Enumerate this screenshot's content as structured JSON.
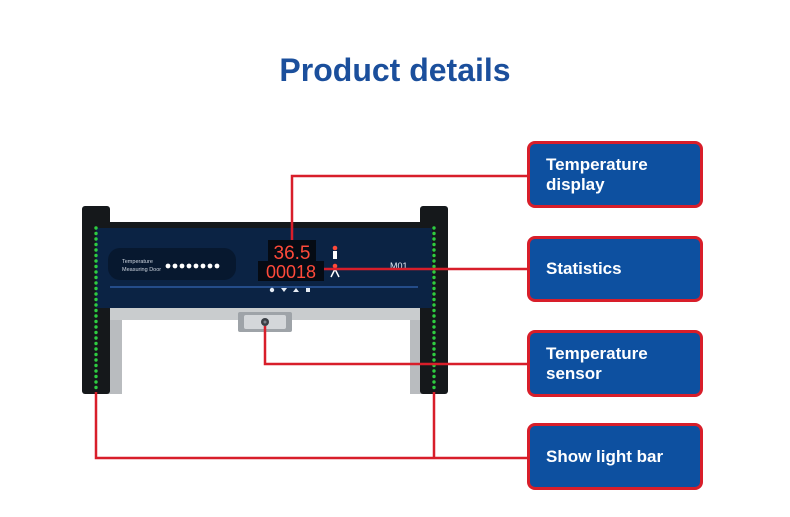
{
  "heading": "Product details",
  "callouts": {
    "temperature_display": "Temperature\ndisplay",
    "statistics": "Statistics",
    "temperature_sensor": "Temperature\nsensor",
    "light_bar": "Show light bar"
  },
  "device": {
    "panel_line1": "Temperature",
    "panel_line2": "Measuring Door",
    "temperature_reading": "36.5",
    "count_reading": "00018",
    "model": "M01"
  },
  "colors": {
    "heading": "#1b4f9c",
    "callout_fill": "#0d50a0",
    "callout_border": "#d81e2a",
    "leader_line": "#d81e2a",
    "led": "#2ecc40"
  }
}
